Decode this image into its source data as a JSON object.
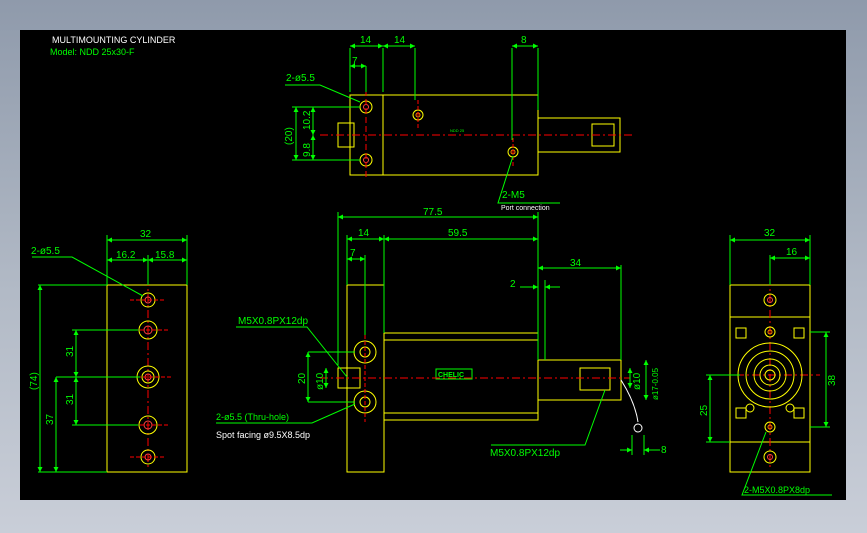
{
  "title_block": {
    "title": "MULTIMOUNTING CYLINDER",
    "model": "Model: NDD 25x30-F"
  },
  "colors": {
    "background": "#000000",
    "outline": "#ffff00",
    "dimension": "#00ff00",
    "centerline": "#ff0000",
    "annotation": "#ffffff",
    "frame": "#b8c0cc"
  },
  "top_view": {
    "dims": {
      "d14a": "14",
      "d14b": "14",
      "d8": "8",
      "d7": "7",
      "d20": "(20)",
      "d10_2": "10.2",
      "d9_8": "9.8"
    },
    "hole_label": "2-ø5.5",
    "port_label": "2-M5",
    "port_note": "Port connection",
    "rod_tag": "NDD 25"
  },
  "side_view": {
    "dims": {
      "d32": "32",
      "d16_2": "16.2",
      "d15_8": "15.8",
      "d31a": "31",
      "d31b": "31",
      "d37": "37",
      "d74": "(74)"
    },
    "hole_label": "2-ø5.5"
  },
  "front_view": {
    "dims": {
      "d77_5": "77.5",
      "d14": "14",
      "d59_5": "59.5",
      "d7": "7",
      "d34": "34",
      "d2": "2",
      "d20": "20",
      "d10": "ø10",
      "d10r": "ø10",
      "d17": "ø17-0.05",
      "d8": "8"
    },
    "thread_label_left": "M5X0.8PX12dp",
    "thread_label_right": "M5X0.8PX12dp",
    "hole_label": "2-ø5.5 (Thru-hole)",
    "spot_facing": "Spot facing ø9.5X8.5dp",
    "brand": "CHELIC"
  },
  "end_view": {
    "dims": {
      "d32": "32",
      "d16": "16",
      "d38": "38",
      "d25": "25"
    },
    "thread_label": "2-M5X0.8PX8dp"
  }
}
